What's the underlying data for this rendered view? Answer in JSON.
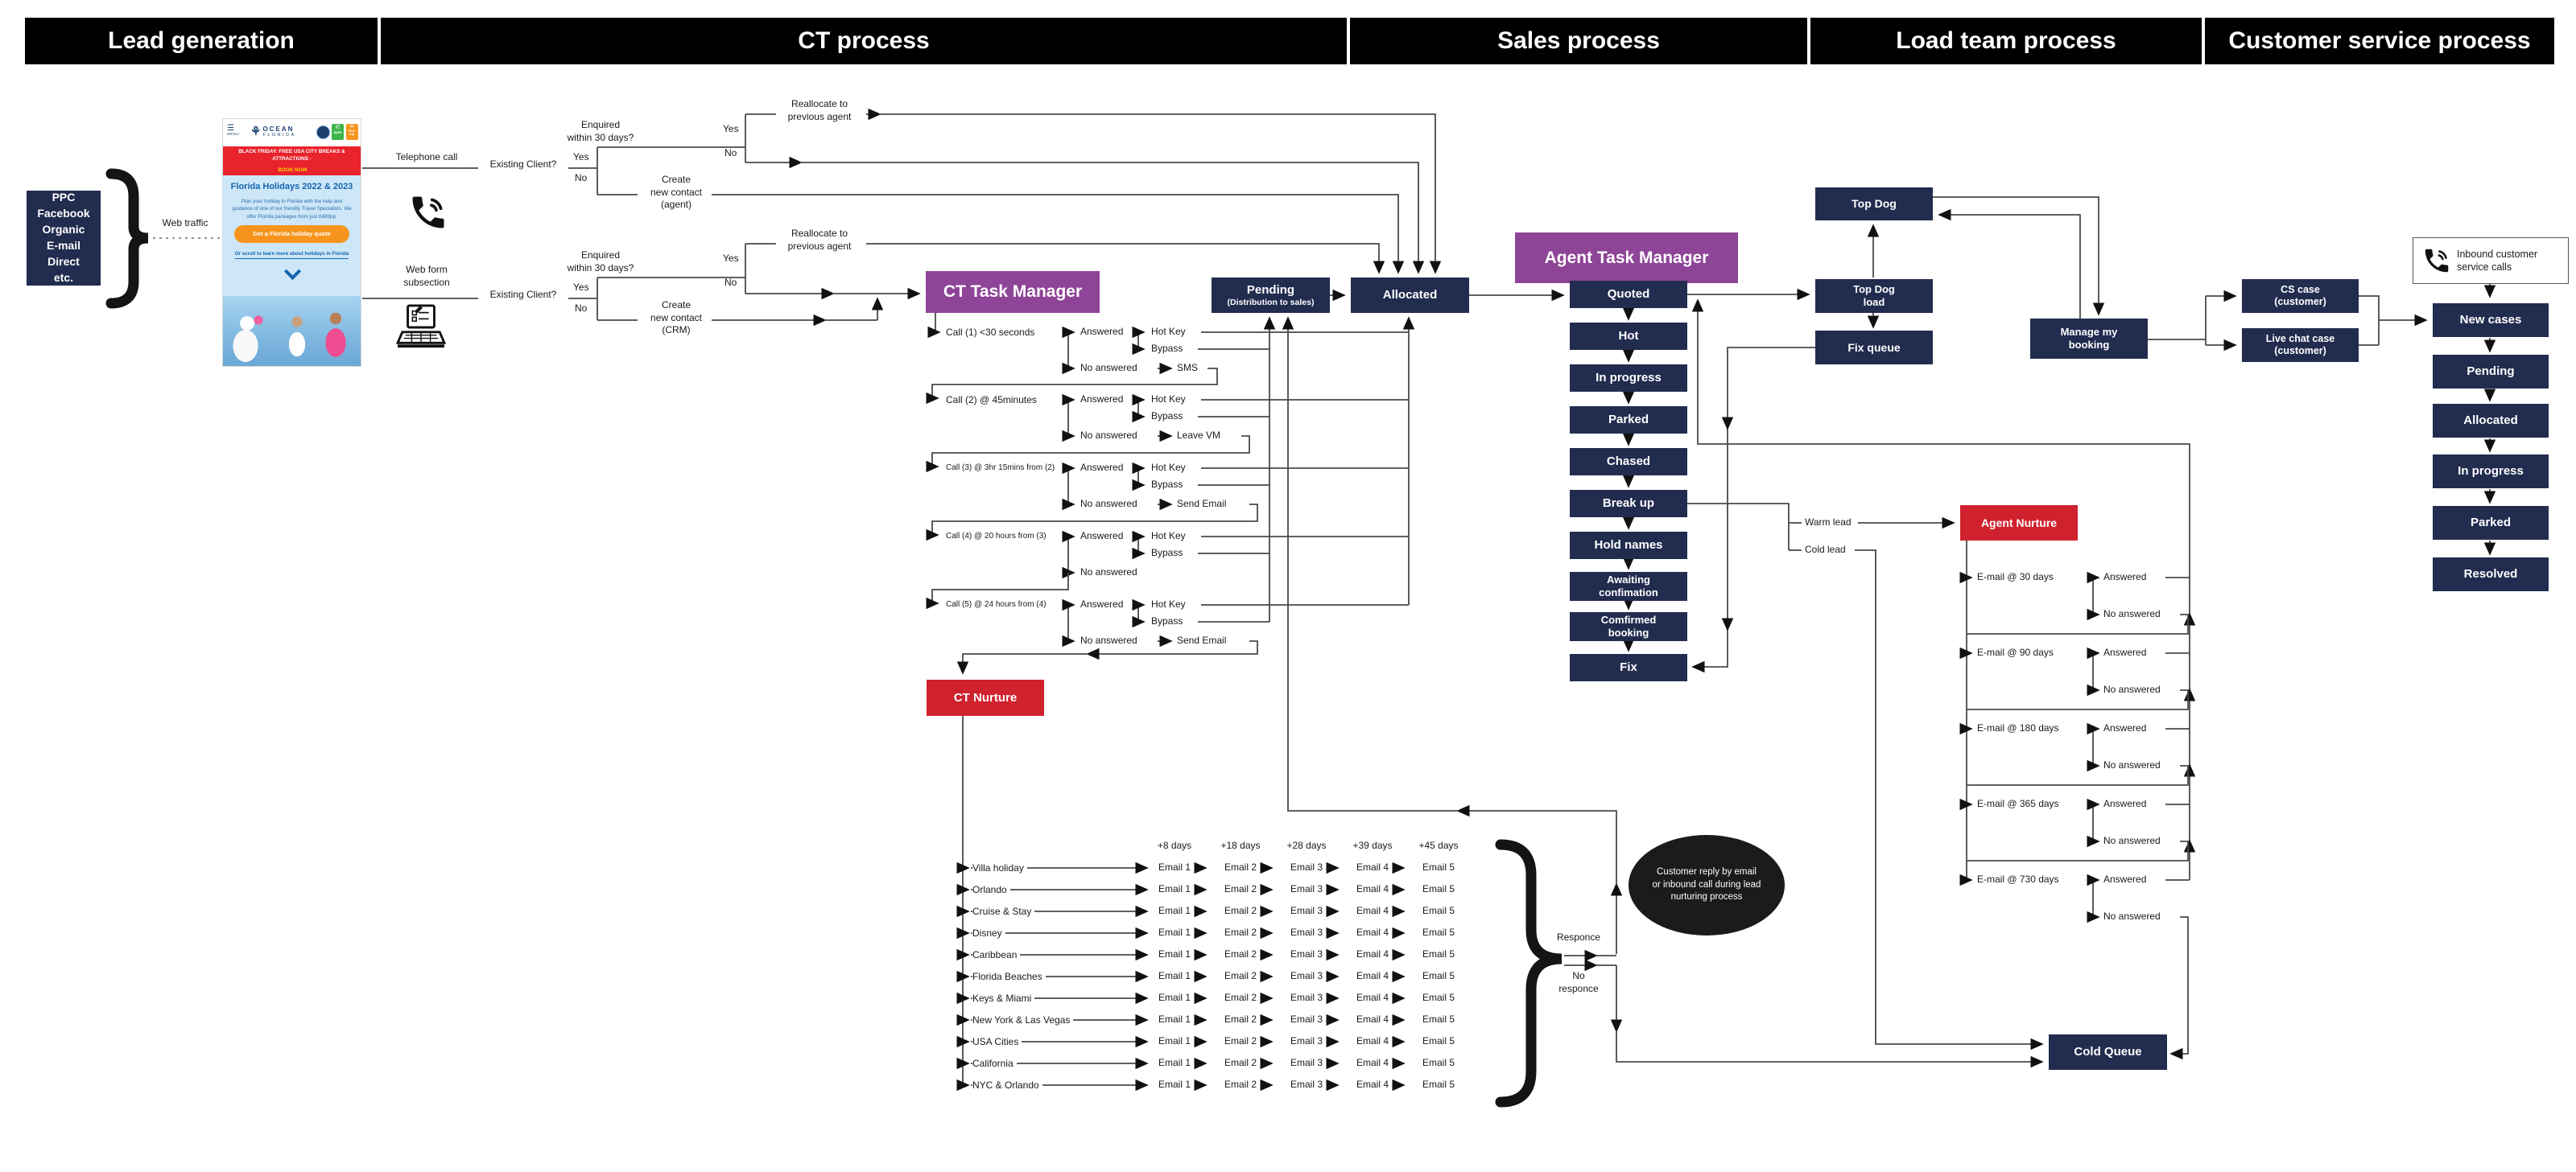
{
  "header": {
    "segments": [
      "Lead generation",
      "CT process",
      "Sales process",
      "Load team process",
      "Customer service process"
    ]
  },
  "lead": {
    "sources": "PPC\nFacebook\nOrganic\nE-mail\nDirect\netc.",
    "web_traffic": "Web traffic",
    "website": {
      "menu": "MENU",
      "logo_line1": "OCEAN",
      "logo_line2": "FLORIDA",
      "badge_open": "open",
      "badge_plan": "Plan trip",
      "banner": "BLACK FRIDAY: FREE USA CITY BREAKS & ATTRACTIONS -",
      "banner_cta": "BOOK NOW",
      "title": "Florida Holidays 2022 & 2023",
      "body": "Plan your holiday in Florida with the help and guidance of one of our friendly Travel Specialists. We offer Florida packages from just £499pp.",
      "cta": "Get a Florida holiday quote",
      "link": "Or scroll to learn more about holidays in Florida"
    }
  },
  "ct": {
    "telephone": "Telephone call",
    "web_form": "Web form\nsubsection",
    "existing": "Existing Client?",
    "yes": "Yes",
    "no": "No",
    "enquired": "Enquired\nwithin 30 days?",
    "reallocate": "Reallocate to\nprevious agent",
    "create_agent": "Create\nnew contact\n(agent)",
    "create_crm": "Create\nnew contact\n(CRM)",
    "task_manager": "CT Task Manager",
    "answered": "Answered",
    "no_answered": "No answered",
    "hot_key": "Hot Key",
    "bypass": "Bypass",
    "calls": [
      {
        "label": "Call (1) <30 seconds",
        "fallback": "SMS"
      },
      {
        "label": "Call (2) @ 45minutes",
        "fallback": "Leave VM"
      },
      {
        "label": "Call (3) @ 3hr 15mins from (2)",
        "fallback": "Send Email"
      },
      {
        "label": "Call (4) @ 20 hours from (3)",
        "fallback": null
      },
      {
        "label": "Call (5) @ 24 hours from (4)",
        "fallback": "Send Email"
      }
    ],
    "pending_title": "Pending",
    "pending_sub": "(Distribution to sales)",
    "allocated": "Allocated",
    "nurture": "CT Nurture",
    "grid": {
      "headers": [
        "+8 days",
        "+18 days",
        "+28 days",
        "+39 days",
        "+45 days"
      ],
      "categories": [
        "Villa holiday",
        "Orlando",
        "Cruise & Stay",
        "Disney",
        "Caribbean",
        "Florida Beaches",
        "Keys & Miami",
        "New York & Las Vegas",
        "USA Cities",
        "California",
        "NYC & Orlando"
      ],
      "emails": [
        "Email 1",
        "Email 2",
        "Email 3",
        "Email 4",
        "Email 5"
      ]
    },
    "responce": "Responce",
    "no_responce": "No\nresponce",
    "oval": "Customer reply by email\nor inbound call during lead\nnurturing process"
  },
  "sales": {
    "task_manager": "Agent Task Manager",
    "stages": [
      "Quoted",
      "Hot",
      "In progress",
      "Parked",
      "Chased",
      "Break up",
      "Hold names",
      "Awaiting\nconfimation",
      "Comfirmed\nbooking",
      "Fix"
    ],
    "warm": "Warm lead",
    "cold": "Cold lead",
    "agent_nurture": "Agent Nurture",
    "emails": [
      "E-mail @ 30 days",
      "E-mail @ 90 days",
      "E-mail @ 180 days",
      "E-mail @ 365 days",
      "E-mail @ 730 days"
    ],
    "answered": "Answered",
    "no_answered": "No answered",
    "cold_queue": "Cold Queue"
  },
  "load": {
    "top_dog": "Top Dog",
    "top_dog_load": "Top Dog\nload",
    "fix_queue": "Fix queue",
    "manage": "Manage my\nbooking"
  },
  "cs": {
    "inbound": "Inbound customer\nservice calls",
    "cs_case": "CS case\n(customer)",
    "live_chat": "Live chat case\n(customer)",
    "stages": [
      "New cases",
      "Pending",
      "Allocated",
      "In progress",
      "Parked",
      "Resolved"
    ]
  },
  "colors": {
    "navy": "#212c4f",
    "purple": "#8e4597",
    "red": "#d0222e",
    "line": "#4a4a4a",
    "banner_red": "#e8232c",
    "link_blue": "#1464ad",
    "orange": "#f7941d",
    "sky": "#cde7f8"
  }
}
